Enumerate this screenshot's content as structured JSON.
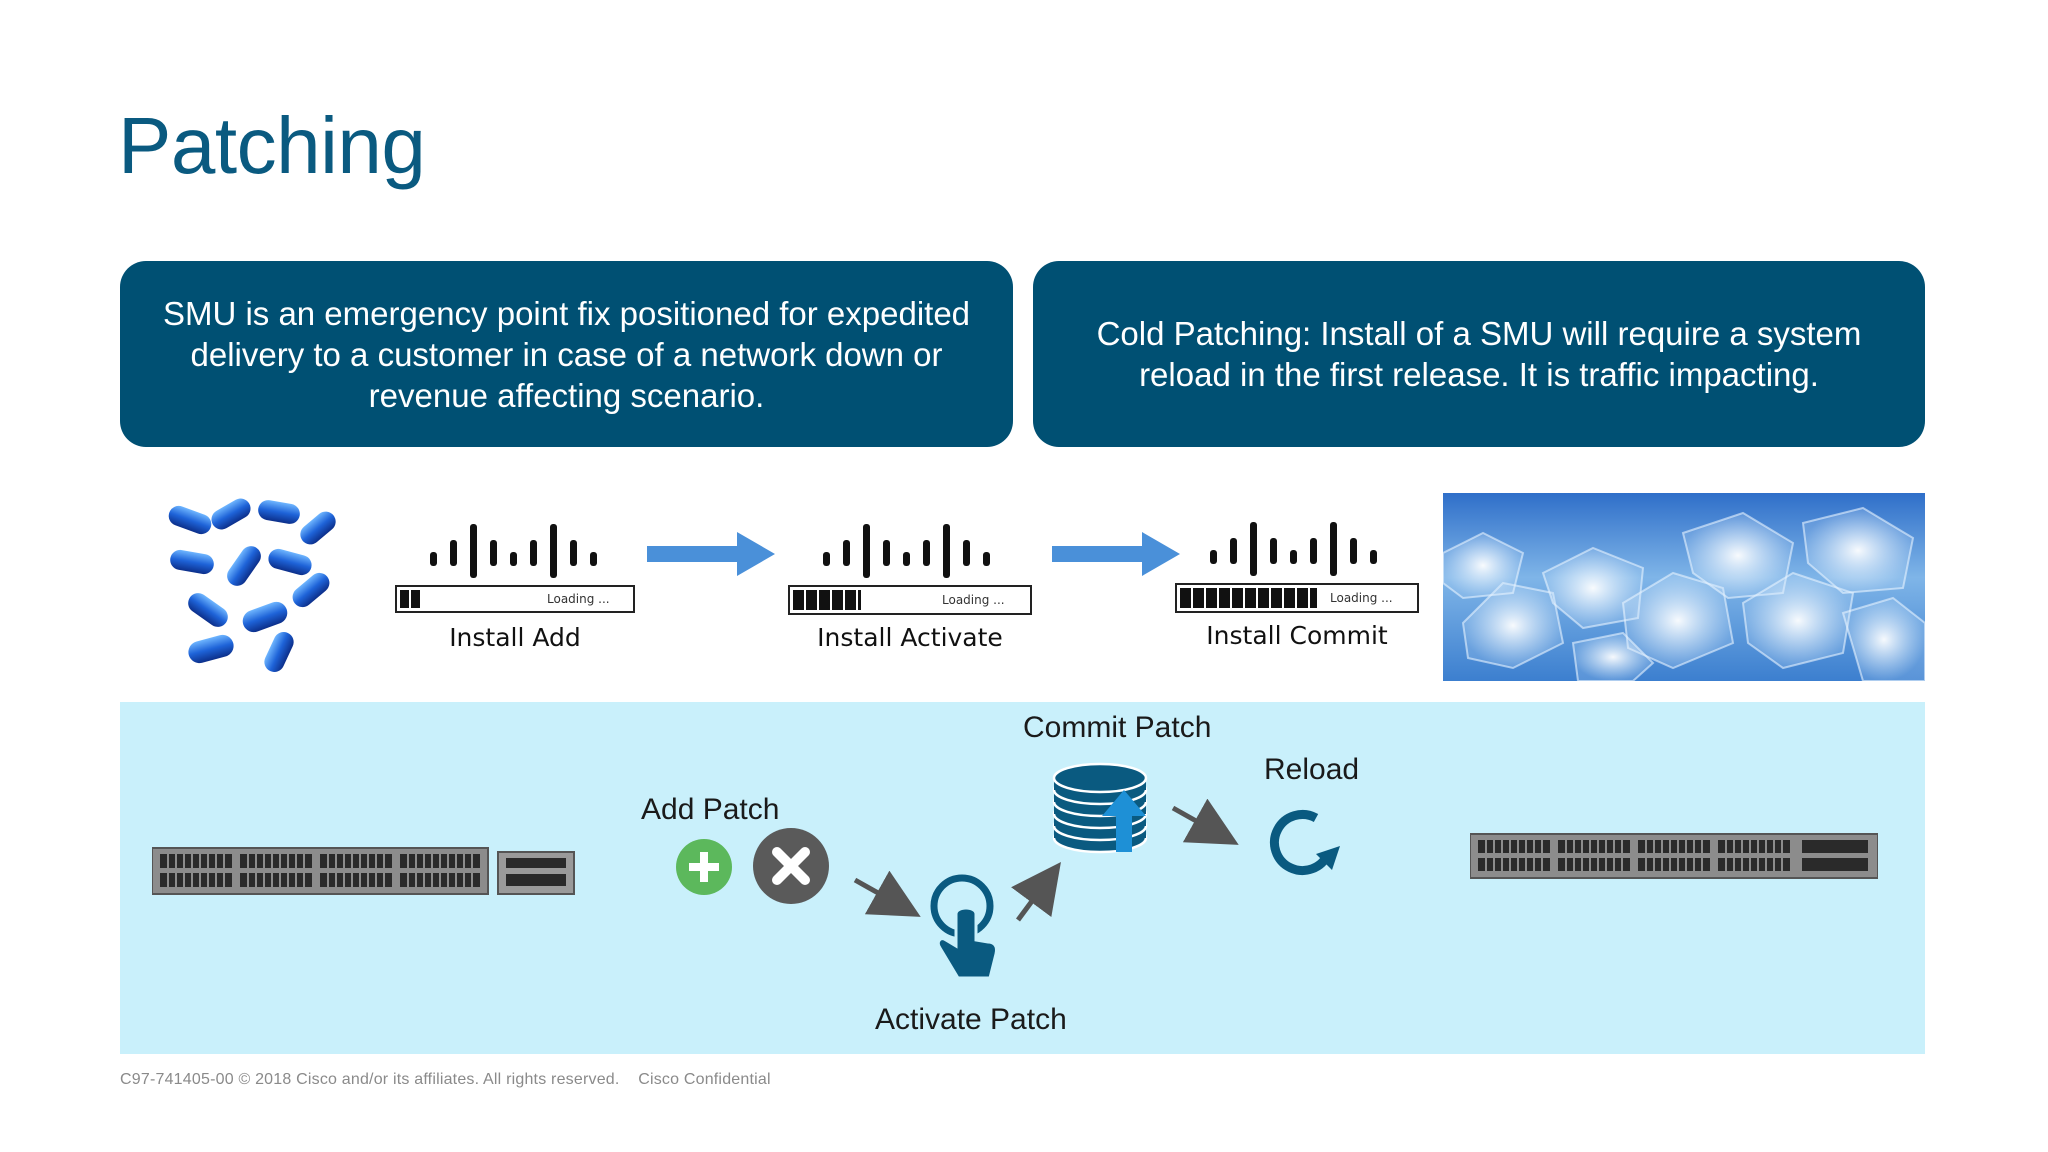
{
  "slide": {
    "title": "Patching",
    "callouts": {
      "left": "SMU is an emergency point fix positioned for expedited delivery to a customer in case of a network down or revenue affecting scenario.",
      "right": "Cold Patching: Install of a SMU will require a system reload in the first release. It is traffic impacting."
    },
    "steps": [
      {
        "label": "Install Add",
        "bar_text": "Loading ..."
      },
      {
        "label": "Install Activate",
        "bar_text": "Loading ..."
      },
      {
        "label": "Install Commit",
        "bar_text": "Loading ..."
      }
    ],
    "flow": {
      "add_patch": "Add Patch",
      "activate_patch": "Activate Patch",
      "commit_patch": "Commit Patch",
      "reload": "Reload"
    },
    "footer": {
      "copyright": "C97-741405-00 © 2018  Cisco and/or its affiliates. All rights reserved.",
      "confidential": "Cisco Confidential"
    }
  },
  "colors": {
    "title": "#0a5a80",
    "callout_bg": "#005073",
    "panel_bg": "#c9f0fb",
    "arrow_blue": "#4a90d9",
    "add_green": "#5cb85c",
    "remove_gray": "#5a5a5a",
    "icon_blue": "#0a5a80",
    "commit_arrow": "#1e90d6"
  },
  "icons": [
    "pills-image",
    "cisco-logo-icon",
    "right-arrow-icon",
    "ice-image",
    "switch-image",
    "plus-icon",
    "x-icon",
    "touch-icon",
    "database-icon",
    "reload-icon"
  ]
}
